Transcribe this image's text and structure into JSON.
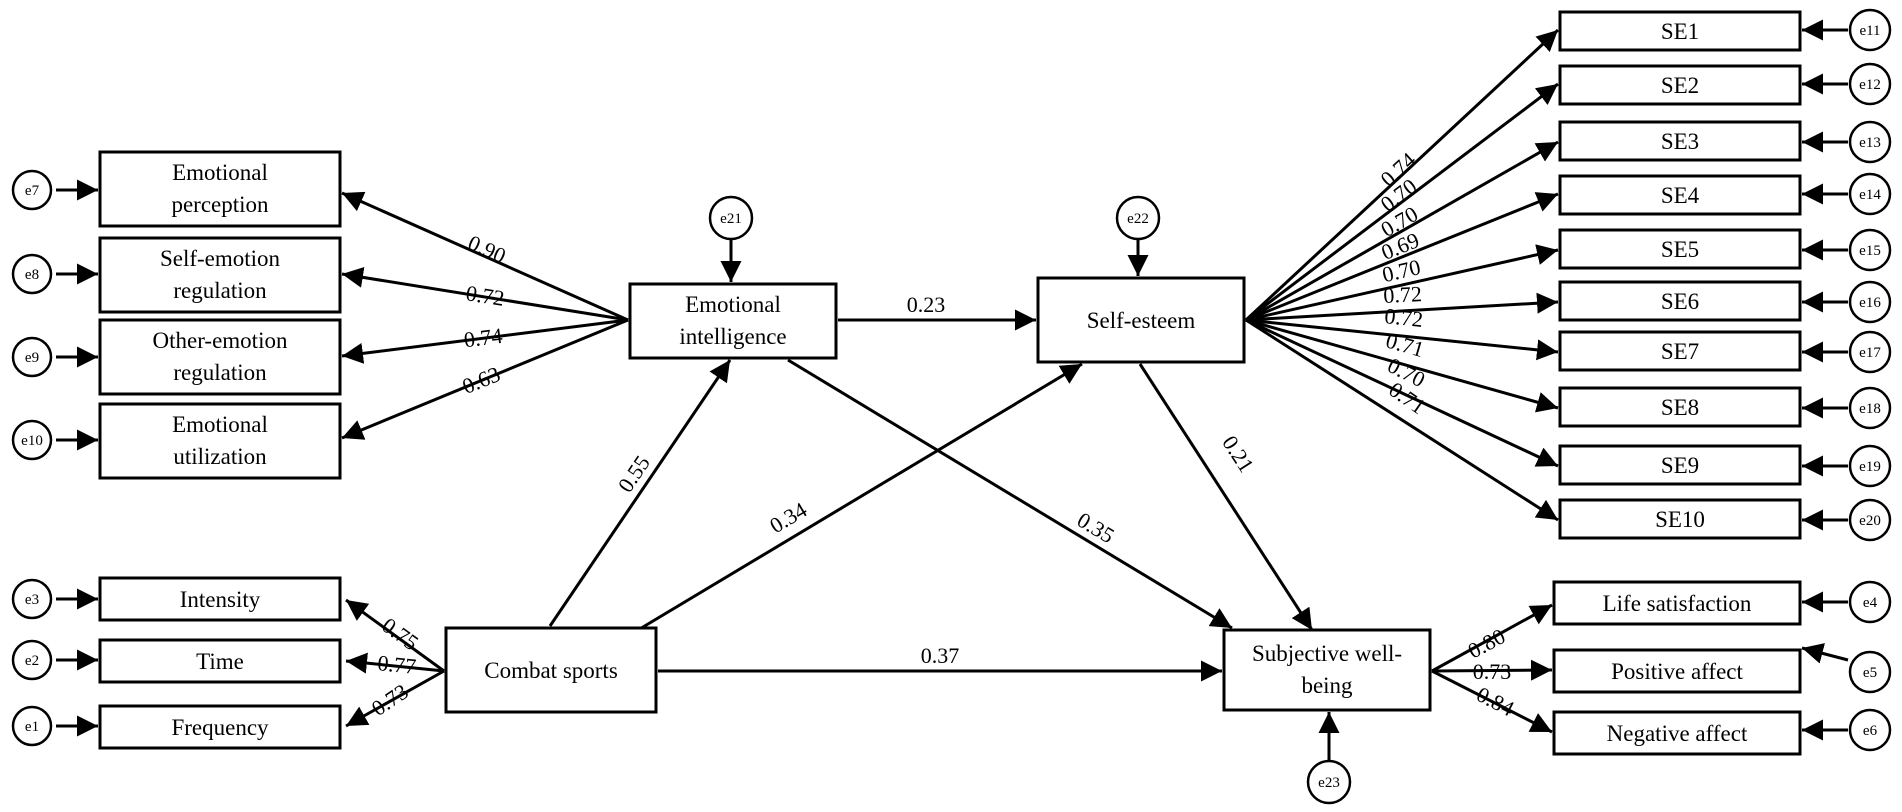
{
  "nodes": {
    "emotional_perception": {
      "lines": [
        "Emotional",
        "perception"
      ]
    },
    "self_emotion_regulation": {
      "lines": [
        "Self-emotion",
        "regulation"
      ]
    },
    "other_emotion_regulation": {
      "lines": [
        "Other-emotion",
        "regulation"
      ]
    },
    "emotional_utilization": {
      "lines": [
        "Emotional",
        "utilization"
      ]
    },
    "emotional_intelligence": {
      "lines": [
        "Emotional",
        "intelligence"
      ]
    },
    "self_esteem": {
      "lines": [
        "Self-esteem"
      ]
    },
    "combat_sports": {
      "lines": [
        "Combat sports"
      ]
    },
    "subjective_well_being": {
      "lines": [
        "Subjective well-",
        "being"
      ]
    },
    "intensity": {
      "lines": [
        "Intensity"
      ]
    },
    "time": {
      "lines": [
        "Time"
      ]
    },
    "frequency": {
      "lines": [
        "Frequency"
      ]
    },
    "life_satisfaction": {
      "lines": [
        "Life satisfaction"
      ]
    },
    "positive_affect": {
      "lines": [
        "Positive affect"
      ]
    },
    "negative_affect": {
      "lines": [
        "Negative affect"
      ]
    },
    "se1": {
      "lines": [
        "SE1"
      ]
    },
    "se2": {
      "lines": [
        "SE2"
      ]
    },
    "se3": {
      "lines": [
        "SE3"
      ]
    },
    "se4": {
      "lines": [
        "SE4"
      ]
    },
    "se5": {
      "lines": [
        "SE5"
      ]
    },
    "se6": {
      "lines": [
        "SE6"
      ]
    },
    "se7": {
      "lines": [
        "SE7"
      ]
    },
    "se8": {
      "lines": [
        "SE8"
      ]
    },
    "se9": {
      "lines": [
        "SE9"
      ]
    },
    "se10": {
      "lines": [
        "SE10"
      ]
    }
  },
  "errors": {
    "e1": "e1",
    "e2": "e2",
    "e3": "e3",
    "e4": "e4",
    "e5": "e5",
    "e6": "e6",
    "e7": "e7",
    "e8": "e8",
    "e9": "e9",
    "e10": "e10",
    "e11": "e11",
    "e12": "e12",
    "e13": "e13",
    "e14": "e14",
    "e15": "e15",
    "e16": "e16",
    "e17": "e17",
    "e18": "e18",
    "e19": "e19",
    "e20": "e20",
    "e21": "e21",
    "e22": "e22",
    "e23": "e23"
  },
  "coefficients": {
    "ei_perception": "0.90",
    "ei_self_regulation": "0.72",
    "ei_other_regulation": "0.74",
    "ei_utilization": "0.63",
    "ei_to_se": "0.23",
    "cs_to_ei": "0.55",
    "cs_to_se": "0.34",
    "ei_to_swb": "0.35",
    "se_to_swb": "0.21",
    "cs_to_swb": "0.37",
    "cs_intensity": "0.75",
    "cs_time": "0.77",
    "cs_frequency": "0.73",
    "swb_life": "0.80",
    "swb_positive": "0.73",
    "swb_negative": "0.84",
    "se_se1": "0.74",
    "se_se2": "0.70",
    "se_se3": "0.70",
    "se_se4": "0.69",
    "se_se5": "0.70",
    "se_se6": "0.72",
    "se_se7": "0.72",
    "se_se8": "0.71",
    "se_se9": "0.70",
    "se_se10": "0.71"
  }
}
